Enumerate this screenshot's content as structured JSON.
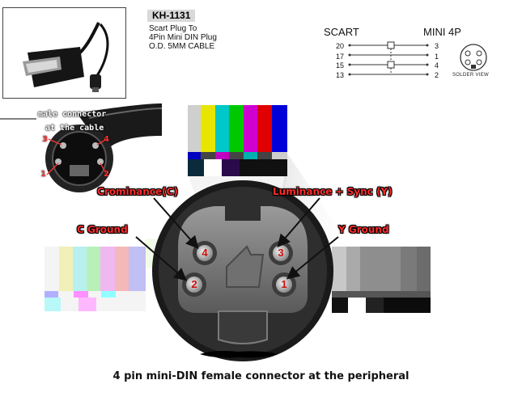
{
  "product": {
    "model": "KH-1131",
    "spec_lines": [
      "Scart Plug To",
      "4Pin Mini DIN Plug",
      "O.D. 5MM CABLE"
    ]
  },
  "pinout": {
    "left_title": "SCART",
    "right_title": "MINI 4P",
    "rows": [
      {
        "scart": "20",
        "mini": "3"
      },
      {
        "scart": "17",
        "mini": "1"
      },
      {
        "scart": "15",
        "mini": "4"
      },
      {
        "scart": "13",
        "mini": "2"
      }
    ],
    "solder_view": "SOLDER VIEW"
  },
  "male_connector": {
    "title": "male connector",
    "subtitle": "at the cable",
    "pins": [
      "3",
      "4",
      "1",
      "2"
    ]
  },
  "female_connector": {
    "callouts": {
      "chrominance": "Crominance(C)",
      "luminance": "Luminance + Sync (Y)",
      "c_ground": "C Ground",
      "y_ground": "Y Ground"
    },
    "pins": [
      "4",
      "3",
      "2",
      "1"
    ],
    "caption": "4 pin mini-DIN female connector at the peripheral"
  },
  "colors": {
    "callout_text": "#ff2b2b",
    "pin_label": "#cc1010",
    "connector_body": "#1a1a1a"
  }
}
